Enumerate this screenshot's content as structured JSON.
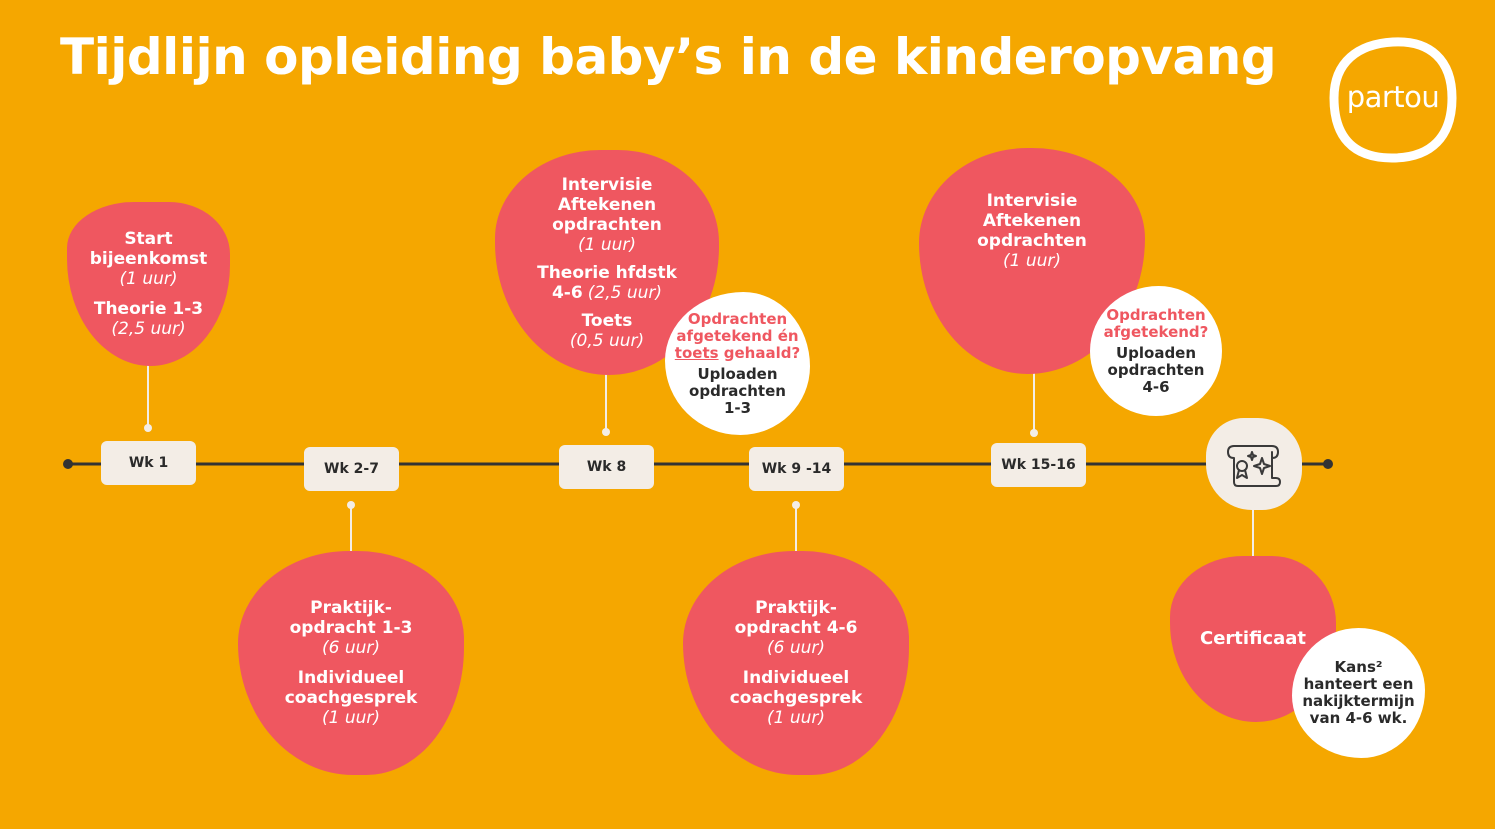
{
  "title": "Tijdlijn opleiding baby’s in de kinderopvang",
  "logo": {
    "text": "partou"
  },
  "weeks": [
    {
      "id": "wk1",
      "label": "Wk 1"
    },
    {
      "id": "wk2",
      "label": "Wk 2-7"
    },
    {
      "id": "wk8",
      "label": "Wk  8"
    },
    {
      "id": "wk9",
      "label": "Wk 9 -14"
    },
    {
      "id": "wk15",
      "label": "Wk 15-16"
    }
  ],
  "blobs": {
    "wk1": {
      "line1": "Start",
      "line2": "bijeenkomst",
      "hours1": "(1 uur)",
      "line3": "Theorie 1-3",
      "hours2": "(2,5 uur)"
    },
    "wk2": {
      "line1": "Praktijk-",
      "line2": "opdracht 1-3",
      "hours1": "(6 uur)",
      "line3": "Individueel",
      "line4": "coachgesprek",
      "hours2": "(1 uur)"
    },
    "wk8": {
      "line1": "Intervisie",
      "line2": "Aftekenen",
      "line3": "opdrachten",
      "hours1": "(1 uur)",
      "line4": "Theorie hfdstk",
      "line5": "4-6",
      "hours2": "(2,5 uur)",
      "line6": "Toets",
      "hours3": "(0,5 uur)"
    },
    "wk9": {
      "line1": "Praktijk-",
      "line2": "opdracht 4-6",
      "hours1": "(6 uur)",
      "line3": "Individueel",
      "line4": "coachgesprek",
      "hours2": "(1 uur)"
    },
    "wk15": {
      "line1": "Intervisie",
      "line2": "Aftekenen",
      "line3": "opdrachten",
      "hours1": "(1 uur)"
    },
    "cert": {
      "line1": "Certificaat"
    }
  },
  "bubbles": {
    "wk8": {
      "q1": "Opdrachten",
      "q2": "afgetekend én",
      "q3a": "toets",
      "q3b": " gehaald?",
      "t1": "Uploaden",
      "t2": "opdrachten",
      "t3": "1-3"
    },
    "wk15": {
      "q1": "Opdrachten",
      "q2": "afgetekend?",
      "t1": "Uploaden",
      "t2": "opdrachten",
      "t3": "4-6"
    },
    "cert": {
      "t1": "Kans²",
      "t2": "hanteert een",
      "t3": "nakijktermijn",
      "t4": "van 4-6 wk."
    }
  },
  "icons": {
    "certificate": "certificate-scroll-icon"
  },
  "colors": {
    "background": "#F5A700",
    "blob": "#EF5760",
    "box": "#F3EDE6",
    "white": "#FFFFFF",
    "line": "#333333"
  }
}
